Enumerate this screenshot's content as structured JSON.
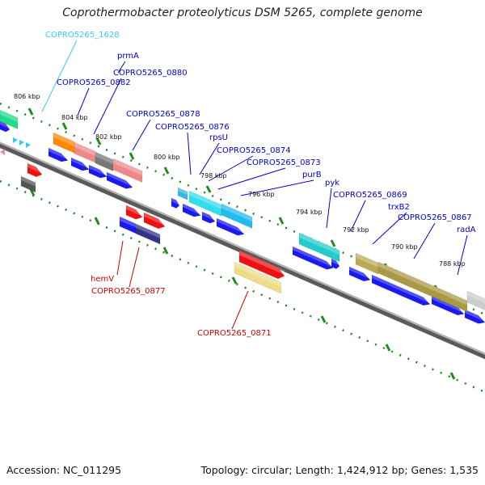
{
  "title": "Coprothermobacter proteolyticus DSM 5265, complete genome",
  "footer": {
    "accession": "Accession: NC_011295",
    "summary": "Topology: circular; Length: 1,424,912 bp; Genes: 1,535"
  },
  "colors": {
    "forward_label": "#0000cc",
    "reverse_label": "#cc0000",
    "special_label": "#33ccee",
    "tick": "#228822",
    "backbone": "#777777"
  },
  "scale": {
    "ticks": [
      {
        "label": "806 kbp"
      },
      {
        "label": "804 kbp"
      },
      {
        "label": "802 kbp"
      },
      {
        "label": "800 kbp"
      },
      {
        "label": "798 kbp"
      },
      {
        "label": "796 kbp"
      },
      {
        "label": "794 kbp"
      },
      {
        "label": "792 kbp"
      },
      {
        "label": "790 kbp"
      },
      {
        "label": "788 kbp"
      }
    ]
  },
  "gene_labels": [
    {
      "text": "COPRO5265_1628",
      "type": "special"
    },
    {
      "text": "prmA",
      "type": "forward"
    },
    {
      "text": "COPRO5265_0880",
      "type": "forward"
    },
    {
      "text": "COPRO5265_0882",
      "type": "forward"
    },
    {
      "text": "COPRO5265_0878",
      "type": "forward"
    },
    {
      "text": "COPRO5265_0876",
      "type": "forward"
    },
    {
      "text": "rpsU",
      "type": "forward"
    },
    {
      "text": "COPRO5265_0874",
      "type": "forward"
    },
    {
      "text": "COPRO5265_0873",
      "type": "forward"
    },
    {
      "text": "purB",
      "type": "forward"
    },
    {
      "text": "pyk",
      "type": "forward"
    },
    {
      "text": "COPRO5265_0869",
      "type": "forward"
    },
    {
      "text": "trxB2",
      "type": "forward"
    },
    {
      "text": "COPRO5265_0867",
      "type": "forward"
    },
    {
      "text": "radA",
      "type": "forward"
    },
    {
      "text": "hemV",
      "type": "reverse"
    },
    {
      "text": "COPRO5265_0877",
      "type": "reverse"
    },
    {
      "text": "COPRO5265_0871",
      "type": "reverse"
    }
  ]
}
